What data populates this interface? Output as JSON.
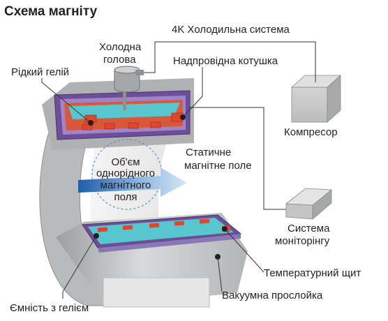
{
  "title": "Схема магніту",
  "labels": {
    "cryo_system": "4K Холодильна система",
    "cold_head_line1": "Холодна",
    "cold_head_line2": "голова",
    "liquid_helium": "Рідкий гелій",
    "superconducting_coil": "Надпровідна котушка",
    "compressor": "Компресор",
    "static_field_line1": "Статичне",
    "static_field_line2": "магнітне поле",
    "volume_line1": "Об'єм",
    "volume_line2": "однорідного",
    "volume_line3": "магнітного",
    "volume_line4": "поля",
    "monitoring_line1": "Система",
    "monitoring_line2": "моніторінгу",
    "thermal_shield": "Температурний щит",
    "vacuum_layer": "Вакуумна прослойка",
    "helium_vessel": "Ємність з гелієм"
  },
  "colors": {
    "body_grey": "#c8c9cb",
    "body_light": "#e9e9ea",
    "vessel_purple": "#7b5ea6",
    "coil_cyan": "#4fc6cf",
    "coil_orange": "#e8582a",
    "arrow_blue": "#2f6fb3"
  }
}
